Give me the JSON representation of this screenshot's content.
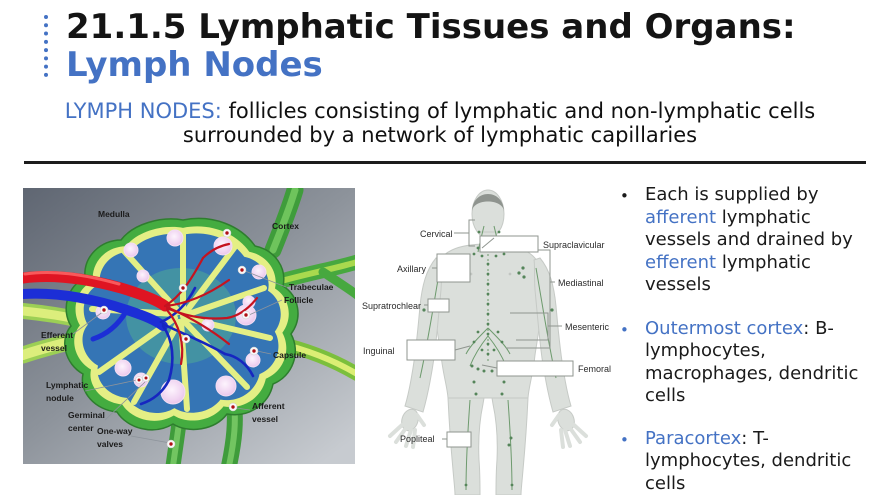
{
  "colors": {
    "accent_blue": "#4472C4",
    "title_black": "#141414"
  },
  "header": {
    "title_line1": "21.1.5 Lymphatic Tissues and Organs:",
    "title_line2": "Lymph Nodes",
    "subtitle_lead": "LYMPH NODES:",
    "subtitle_rest": " follicles consisting of lymphatic and non-lymphatic cells surrounded by a network of lymphatic capillaries"
  },
  "node_figure": {
    "labels": [
      {
        "text": "Medulla"
      },
      {
        "text": "Cortex"
      },
      {
        "text": "Trabeculae"
      },
      {
        "text": "Follicle"
      },
      {
        "text": "Efferent",
        "text2": "vessel"
      },
      {
        "text": "Capsule"
      },
      {
        "text": "Lymphatic",
        "text2": "nodule"
      },
      {
        "text": "Germinal",
        "text2": "center"
      },
      {
        "text": "One-way",
        "text2": "valves"
      },
      {
        "text": "Afferent",
        "text2": "vessel"
      }
    ]
  },
  "body_figure": {
    "labels": [
      {
        "text": "Cervical"
      },
      {
        "text": "Supraclavicular"
      },
      {
        "text": "Axillary"
      },
      {
        "text": "Mediastinal"
      },
      {
        "text": "Supratrochlear"
      },
      {
        "text": "Mesenteric"
      },
      {
        "text": "Inguinal"
      },
      {
        "text": "Femoral"
      },
      {
        "text": "Popliteal"
      }
    ]
  },
  "list": {
    "bullet_char": "•",
    "items": [
      {
        "marker_color": "black",
        "segments": [
          {
            "t": "Each is supplied by ",
            "c": "black"
          },
          {
            "t": "afferent",
            "c": "blue"
          },
          {
            "t": " lymphatic vessels and drained by ",
            "c": "black"
          },
          {
            "t": "efferent",
            "c": "blue"
          },
          {
            "t": " lymphatic vessels",
            "c": "black"
          }
        ]
      },
      {
        "marker_color": "blue",
        "segments": [
          {
            "t": "Outermost cortex",
            "c": "blue"
          },
          {
            "t": ": B-lymphocytes, macrophages, dendritic cells",
            "c": "black"
          }
        ]
      },
      {
        "marker_color": "blue",
        "segments": [
          {
            "t": "Paracortex",
            "c": "blue"
          },
          {
            "t": ": T-lymphocytes, dendritic cells",
            "c": "black"
          }
        ]
      }
    ]
  }
}
